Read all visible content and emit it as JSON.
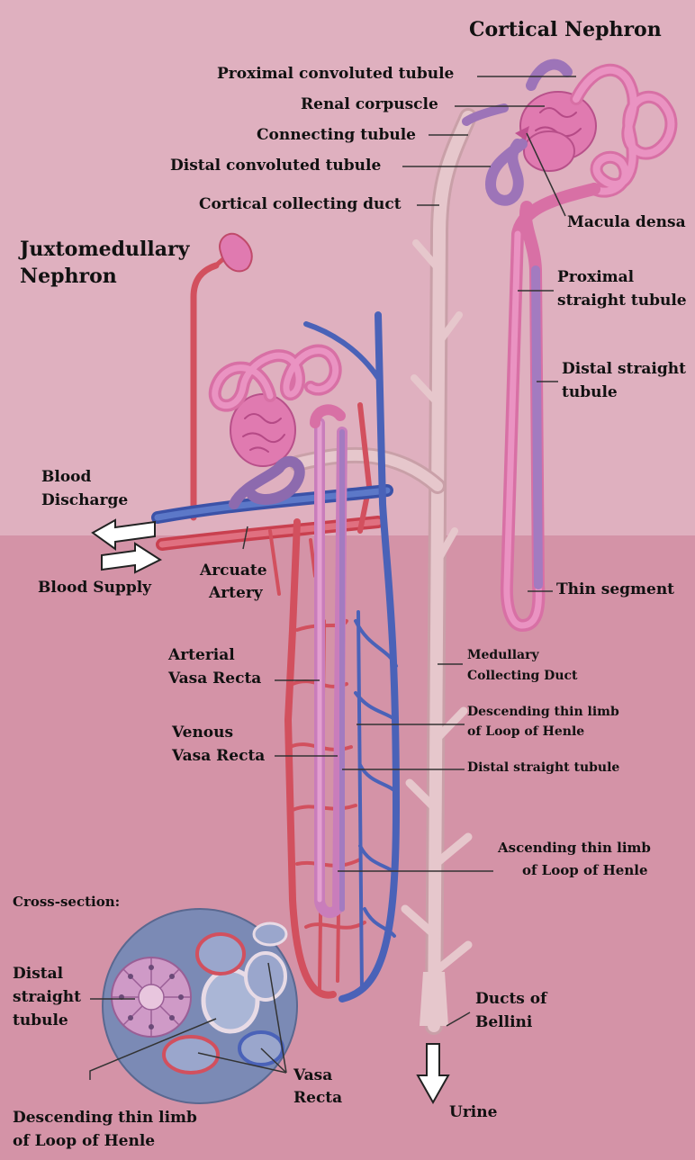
{
  "titles": {
    "cortical": "Cortical Nephron",
    "juxta_line1": "Juxtomedullary",
    "juxta_line2": "Nephron"
  },
  "labels": {
    "proximal_convoluted": "Proximal convoluted tubule",
    "renal_corpuscle": "Renal corpuscle",
    "connecting_tubule": "Connecting tubule",
    "distal_convoluted": "Distal convoluted tubule",
    "cortical_collecting": "Cortical collecting duct",
    "macula_densa": "Macula densa",
    "proximal_straight_1": "Proximal",
    "proximal_straight_2": "straight tubule",
    "distal_straight_1": "Distal straight",
    "distal_straight_2": "tubule",
    "blood_discharge_1": "Blood",
    "blood_discharge_2": "Discharge",
    "blood_supply": "Blood Supply",
    "arcuate_1": "Arcuate",
    "arcuate_2": "Artery",
    "thin_segment": "Thin segment",
    "arterial_1": "Arterial",
    "arterial_2": "Vasa Recta",
    "medullary_1": "Medullary",
    "medullary_2": "Collecting Duct",
    "desc_thin_1": "Descending thin limb",
    "desc_thin_2": "of Loop of Henle",
    "venous_1": "Venous",
    "venous_2": "Vasa Recta",
    "distal_straight_mid": "Distal straight tubule",
    "asc_thin_1": "Ascending thin limb",
    "asc_thin_2": "of Loop of Henle",
    "cross_section": "Cross-section:",
    "cs_distal_1": "Distal",
    "cs_distal_2": "straight",
    "cs_distal_3": "tubule",
    "bellini_1": "Ducts of",
    "bellini_2": "Bellini",
    "vasa_1": "Vasa",
    "vasa_2": "Recta",
    "cs_desc_1": "Descending thin limb",
    "cs_desc_2": "of Loop of Henle",
    "urine": "Urine"
  },
  "colors": {
    "background": "#e0a9b8",
    "cortex": "#dfb0bf",
    "medulla": "#d392a6",
    "tubule": "#d870a5",
    "tubule_purple": "#9d74b8",
    "artery": "#d2505e",
    "vein": "#4a62b8",
    "collecting_duct": "#e3c2c8",
    "cross_section_bg": "#7b8ab5"
  }
}
